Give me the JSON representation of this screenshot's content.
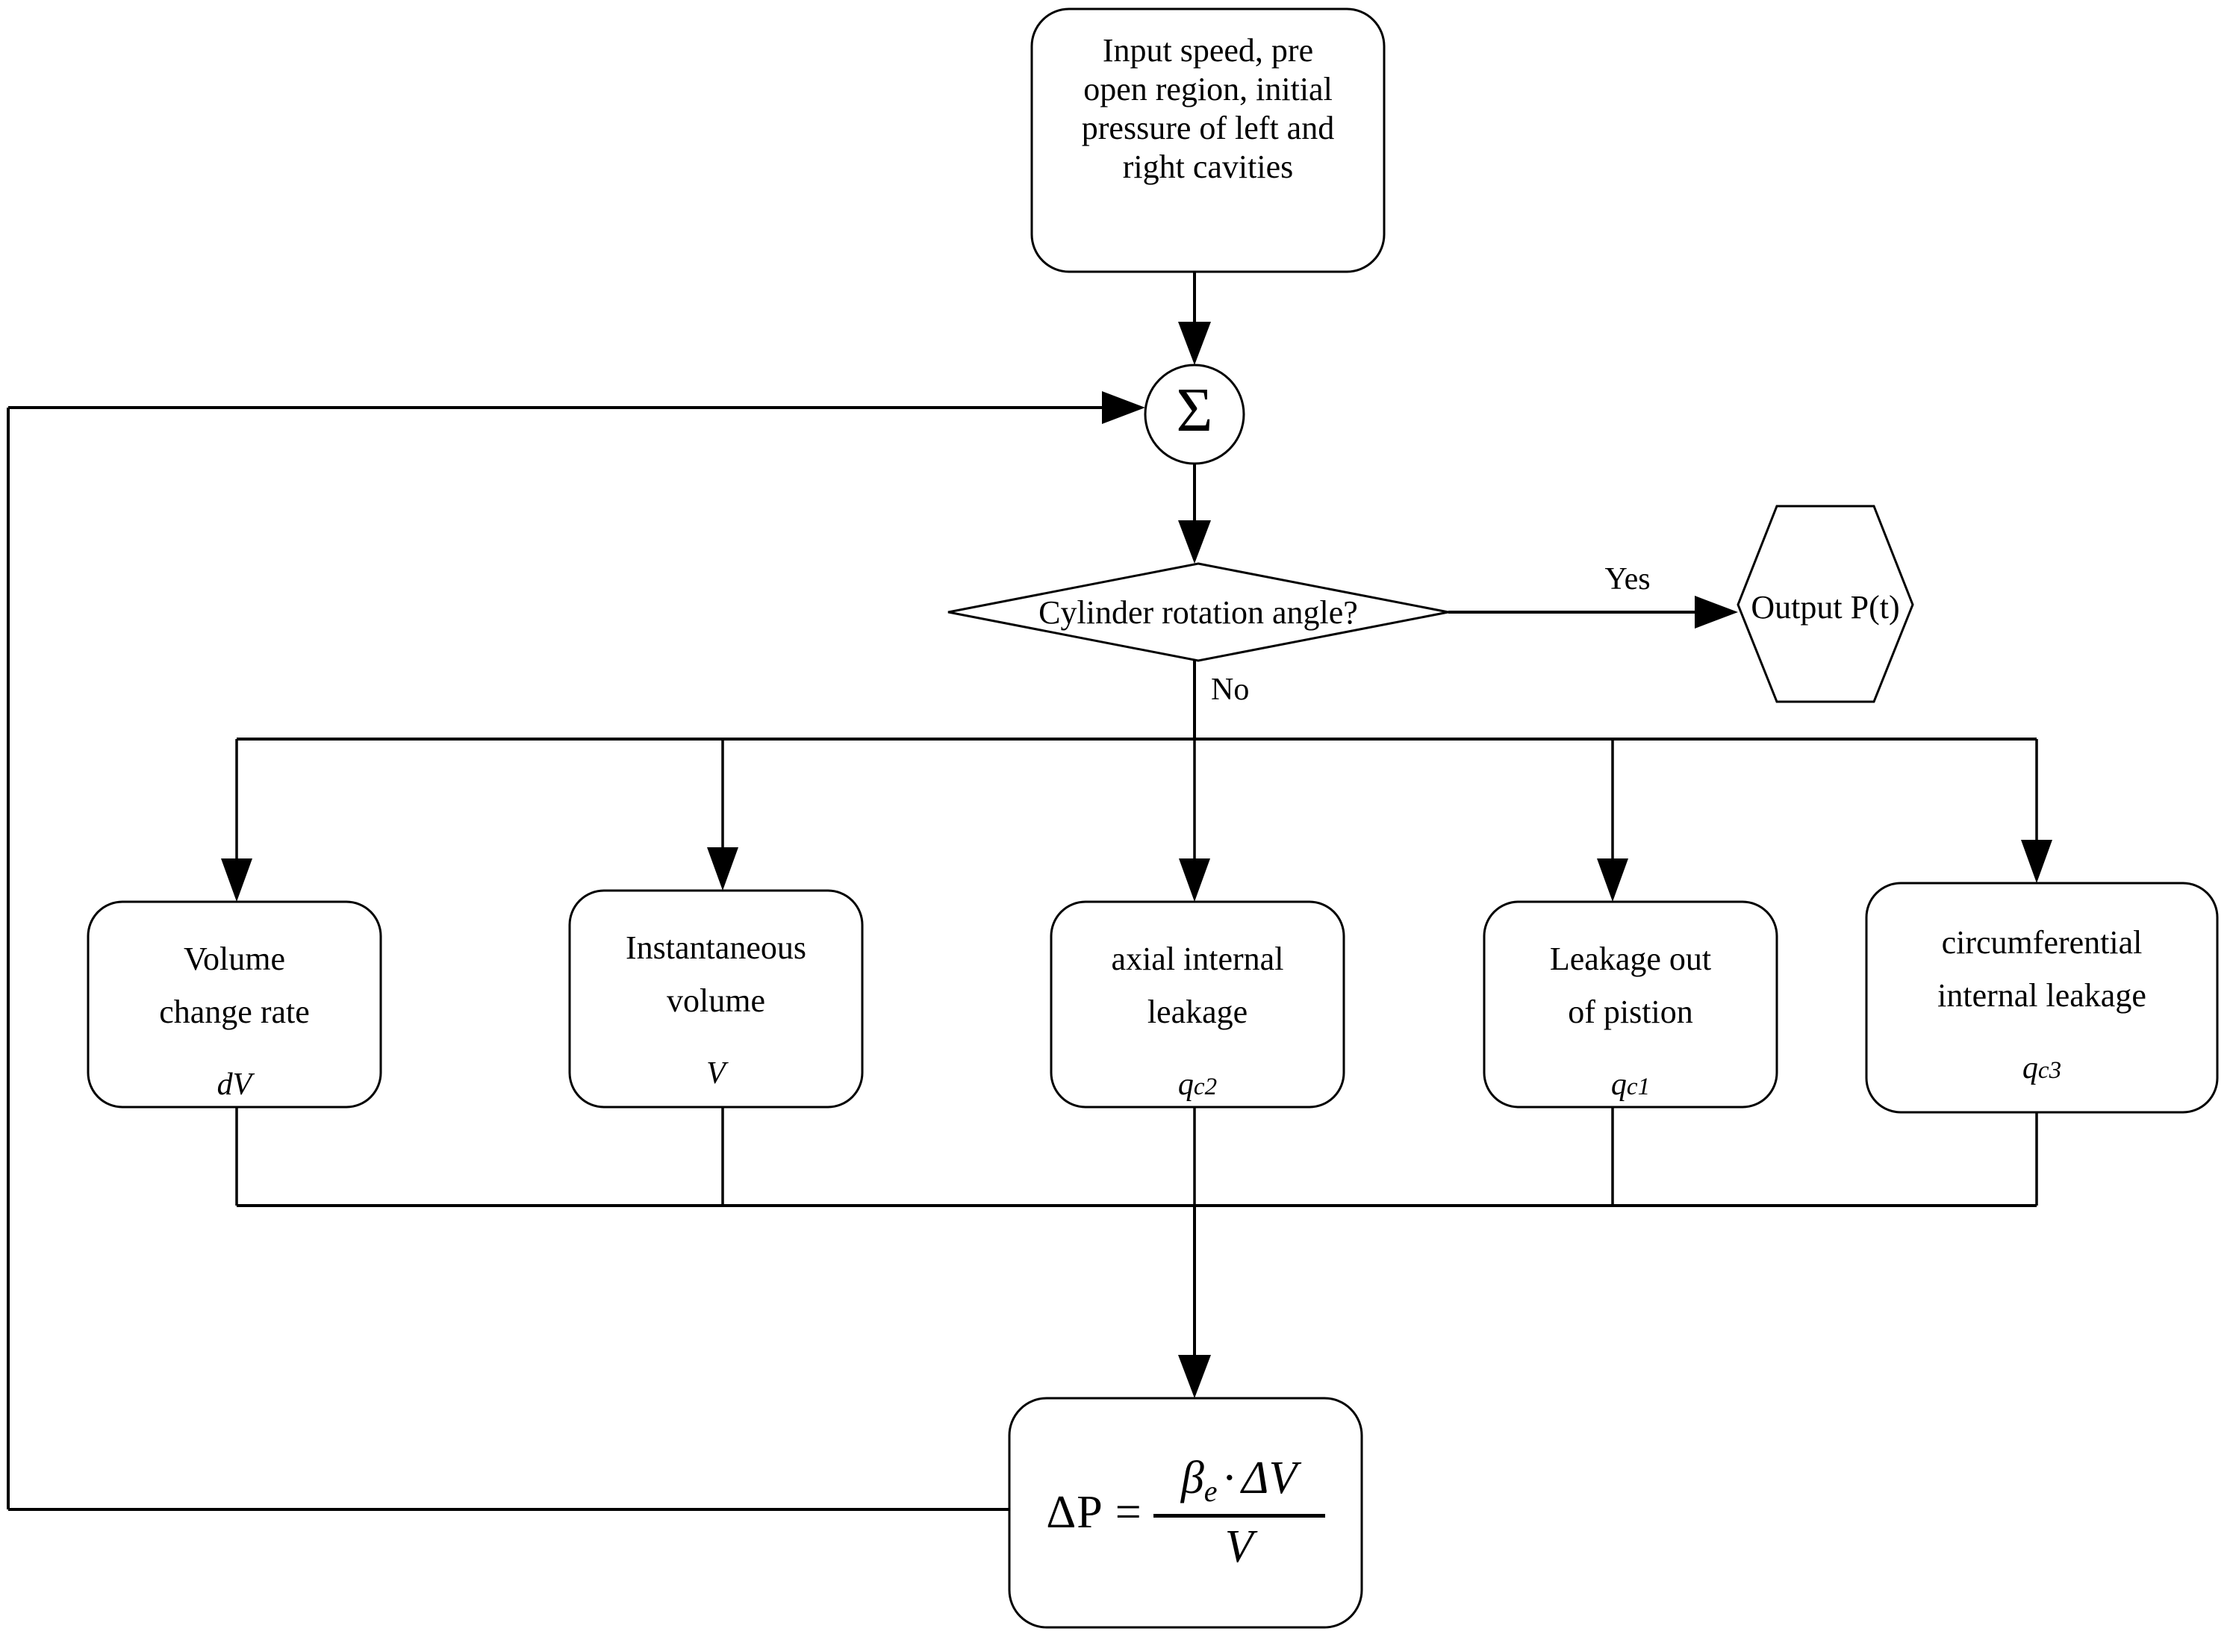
{
  "diagram": {
    "title": "Cylinder cavity pressure simulation flowchart",
    "background_color": "#ffffff",
    "line_color": "#000000",
    "fill_color": "#ffffff"
  },
  "nodes": {
    "input": {
      "shape": "rounded-rectangle",
      "text": "Input speed, pre\nopen region, initial\npressure of left and\nright cavities"
    },
    "summation": {
      "shape": "circle",
      "symbol": "Σ",
      "symbol_name": "sigma-summation"
    },
    "decision": {
      "shape": "diamond",
      "text": "Cylinder rotation angle?"
    },
    "output": {
      "shape": "hexagon",
      "text": "Output  P(t)"
    },
    "equation": {
      "shape": "rounded-rectangle",
      "lhs": "ΔP",
      "equals": "=",
      "numerator_symbol": "β",
      "numerator_subscript": "e",
      "numerator_operator": "·",
      "numerator_term": "ΔV",
      "denominator": "V",
      "plain": "ΔP = βe · ΔV / V"
    }
  },
  "process_boxes": [
    {
      "line1": "Volume",
      "line2": "change rate",
      "symbol": "dV",
      "symbol_base": "dV",
      "symbol_sub": ""
    },
    {
      "line1": "Instantaneous",
      "line2": "volume",
      "symbol": "V",
      "symbol_base": "V",
      "symbol_sub": ""
    },
    {
      "line1": "axial internal",
      "line2": "leakage",
      "symbol": "qc2",
      "symbol_base": "q",
      "symbol_sub": "c2"
    },
    {
      "line1": "Leakage out",
      "line2": "of pistion",
      "symbol": "qc1",
      "symbol_base": "q",
      "symbol_sub": "c1"
    },
    {
      "line1": "circumferential",
      "line2": "internal leakage",
      "symbol": "qc3",
      "symbol_base": "q",
      "symbol_sub": "c3"
    }
  ],
  "edge_labels": {
    "yes": "Yes",
    "no": "No"
  }
}
